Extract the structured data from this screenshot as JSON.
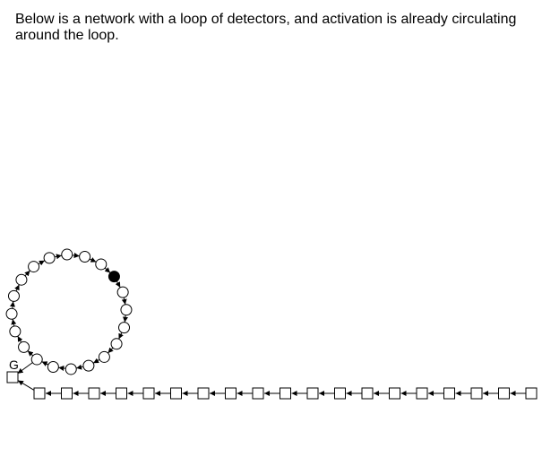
{
  "caption": "Below is a network with a loop of detectors, and activation is already circulating around the loop.",
  "network": {
    "loop_node_count": 20,
    "active_loop_node": 0,
    "gate_label": "G",
    "chain_node_count": 19,
    "colors": {
      "stroke": "#000000",
      "node_fill": "#ffffff",
      "active_fill": "#000000"
    }
  }
}
